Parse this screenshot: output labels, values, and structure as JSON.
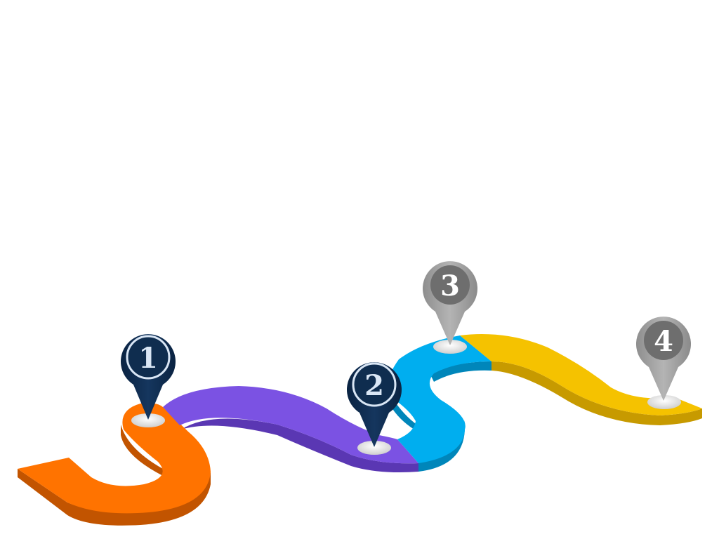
{
  "roadmap": {
    "segment_colors": {
      "orange": "#FF7300",
      "orange_side": "#C25400",
      "purple": "#7B52E3",
      "purple_side": "#5A37B3",
      "blue": "#00AEEF",
      "blue_side": "#0086BA",
      "yellow": "#F5C200",
      "yellow_side": "#C79A00"
    },
    "markers": [
      {
        "number": "1",
        "style": "dark",
        "pin_color": "#0F2D4F",
        "text_color": "#D9E6F5"
      },
      {
        "number": "2",
        "style": "dark",
        "pin_color": "#0F2D4F",
        "text_color": "#D9E6F5"
      },
      {
        "number": "3",
        "style": "gray",
        "pin_color": "#A0A0A0",
        "text_color": "#FFFFFF"
      },
      {
        "number": "4",
        "style": "gray",
        "pin_color": "#A0A0A0",
        "text_color": "#FFFFFF"
      }
    ]
  }
}
